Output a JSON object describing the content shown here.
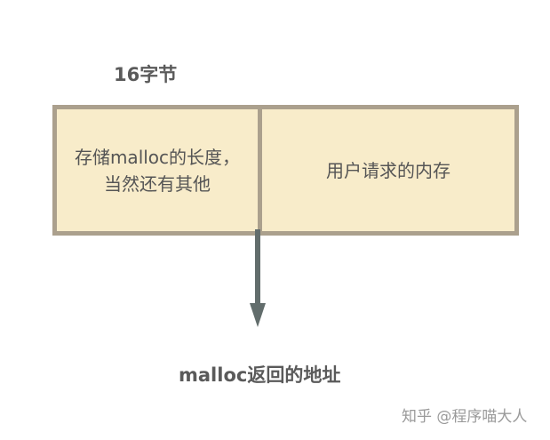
{
  "size_label": "16字节",
  "memory_block": {
    "header_cell_text": "存储malloc的长度，当然还有其他",
    "user_cell_text": "用户请求的内存"
  },
  "pointer_label": "malloc返回的地址",
  "watermark": "知乎 @程序喵大人",
  "colors": {
    "block_fill": "#f8ecca",
    "block_border": "#aba08d",
    "arrow": "#626d6c",
    "text": "#555555",
    "label_text": "#5a5a5a"
  }
}
